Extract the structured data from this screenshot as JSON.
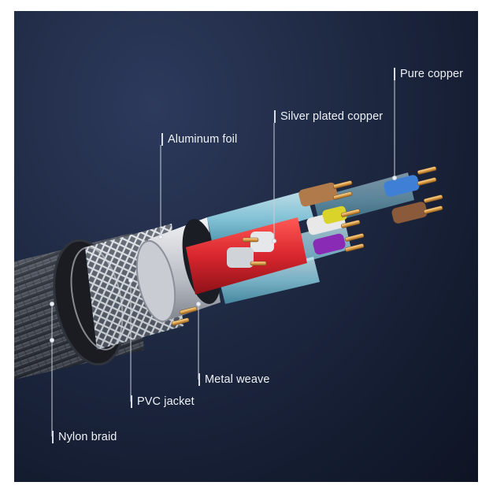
{
  "image": {
    "description_labels": [
      {
        "id": "pure-copper",
        "text": "Pure copper"
      },
      {
        "id": "silver-plated-copper",
        "text": "Silver plated copper"
      },
      {
        "id": "aluminum-foil",
        "text": "Aluminum foil"
      },
      {
        "id": "metal-weave",
        "text": "Metal weave"
      },
      {
        "id": "pvc-jacket",
        "text": "PVC jacket"
      },
      {
        "id": "nylon-braid",
        "text": "Nylon braid"
      }
    ]
  },
  "colors": {
    "background": "#1f2a44",
    "label_text": "#eef1f6",
    "copper": "#e0a24a",
    "red_insulation": "#d8262e",
    "cyan_sheath": "#8fd3e6"
  }
}
